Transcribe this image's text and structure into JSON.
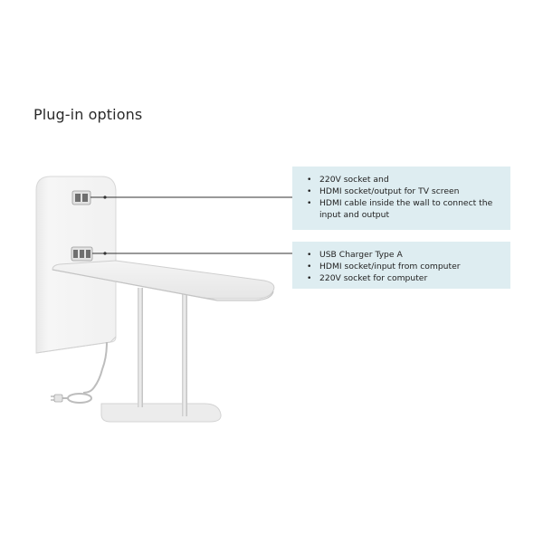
{
  "title": "Plug-in options",
  "callouts": [
    {
      "items": [
        "220V socket and",
        "HDMI socket/output for TV screen",
        "HDMI cable inside the wall to connect the input and output"
      ]
    },
    {
      "items": [
        "USB Charger Type A",
        "HDMI socket/input from computer",
        "220V socket for computer"
      ]
    }
  ]
}
